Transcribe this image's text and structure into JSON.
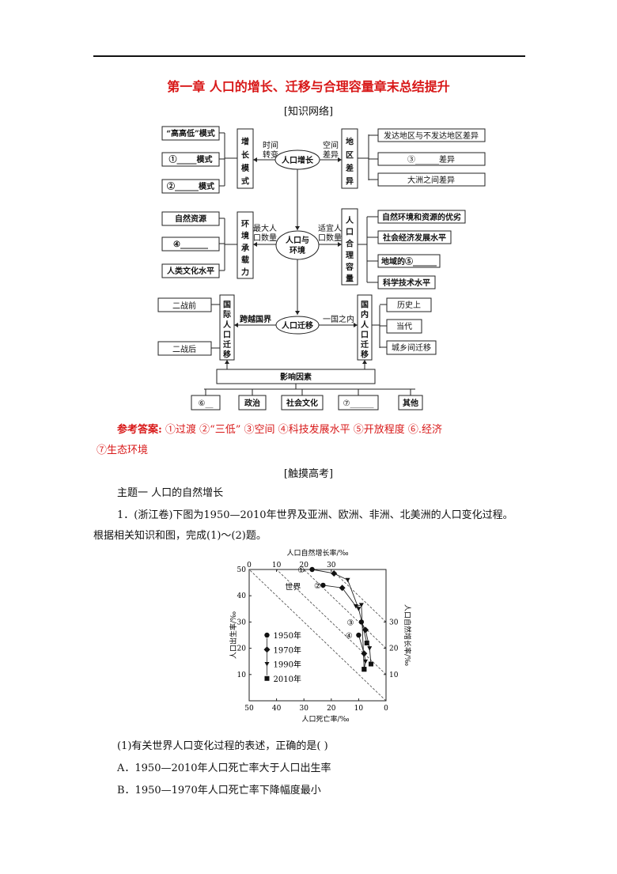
{
  "header": {
    "title": "第一章  人口的增长、迁移与合理容量章末总结提升"
  },
  "network": {
    "heading": "[知识网络]",
    "row1": {
      "left_items": [
        "“高高低”模式",
        "①_____模式",
        "②______模式"
      ],
      "left_mid": [
        "增",
        "长",
        "模",
        "式"
      ],
      "link_left": [
        "时间",
        "转变"
      ],
      "center": "人口增长",
      "link_right": [
        "空间",
        "差异"
      ],
      "right_mid": [
        "地",
        "区",
        "差",
        "异"
      ],
      "right_items": [
        "发达地区与不发达地区差异",
        "③______差异",
        "大洲之间差异"
      ]
    },
    "row2": {
      "left_items": [
        "自然资源",
        "④_______",
        "人类文化水平"
      ],
      "left_mid": [
        "环",
        "境",
        "承",
        "载",
        "力"
      ],
      "link_left": [
        "最大人",
        "口数量"
      ],
      "center": [
        "人口与",
        "环境"
      ],
      "link_right": [
        "适宜人",
        "口数量"
      ],
      "right_mid": [
        "人",
        "口",
        "合",
        "理",
        "容",
        "量"
      ],
      "right_items": [
        "自然环境和资源的优劣",
        "社会经济发展水平",
        "地域的⑤______",
        "科学技术水平"
      ]
    },
    "row3": {
      "left_items": [
        "二战前",
        "二战后"
      ],
      "left_mid": [
        "国",
        "际",
        "人",
        "口",
        "迁",
        "移"
      ],
      "link_left": "跨越国界",
      "center": "人口迁移",
      "link_right": "一国之内",
      "right_mid": [
        "国",
        "内",
        "人",
        "口",
        "迁",
        "移"
      ],
      "right_items": [
        "历史上",
        "当代",
        "城乡间迁移"
      ]
    },
    "factors": {
      "title": "影响因素",
      "items": [
        "⑥__",
        "政治",
        "社会文化",
        "⑦______",
        "其他"
      ]
    }
  },
  "answers": {
    "label": "参考答案:",
    "line1": "①过渡  ②“三低”  ③空间  ④科技发展水平  ⑤开放程度  ⑥.经济",
    "line2": "⑦生态环境"
  },
  "section2": {
    "heading": "[触摸高考]",
    "topic": "主题一   人口的自然增长",
    "q1_line1": "1．(浙江卷)下图为1950—2010年世界及亚洲、欧洲、非洲、北美洲的人口变化过程。",
    "q1_line2": "根据相关知识和图，完成(1)～(2)题。",
    "q1_sub": "(1)有关世界人口变化过程的表述，正确的是(      )",
    "optA": "A．1950—2010年人口死亡率大于人口出生率",
    "optB": "B．1950—1970年人口死亡率下降幅度最小"
  },
  "chart_data": {
    "type": "scatter",
    "title": "",
    "xlabel": "人口死亡率/‰",
    "ylabel": "人口出生率/‰",
    "top_label": "人口自然增长率/‰",
    "right_label": "人口自然增长率/‰",
    "xlim": [
      50,
      0
    ],
    "ylim": [
      0,
      50
    ],
    "x_ticks": [
      50,
      40,
      30,
      20,
      10,
      0
    ],
    "y_ticks": [
      10,
      20,
      30,
      40,
      50
    ],
    "top_ticks": [
      0,
      10,
      20,
      30
    ],
    "right_ticks": [
      10,
      20,
      30
    ],
    "legend": [
      "1950年",
      "1970年",
      "1990年",
      "2010年"
    ],
    "point_labels": [
      "①",
      "②",
      "世界",
      "③",
      "④"
    ],
    "series": [
      {
        "name": "①",
        "points": [
          [
            27,
            50
          ],
          [
            19,
            48.5
          ],
          [
            14,
            46
          ],
          [
            10,
            35
          ],
          [
            7,
            22
          ]
        ]
      },
      {
        "name": "②",
        "points": [
          [
            23,
            44
          ],
          [
            16,
            43
          ],
          [
            11,
            36
          ],
          [
            9,
            36.5
          ],
          [
            8,
            12
          ]
        ]
      },
      {
        "name": "③",
        "points": [
          [
            9,
            30
          ],
          [
            7.5,
            27
          ],
          [
            6,
            20
          ],
          [
            5.5,
            14
          ]
        ]
      },
      {
        "name": "④",
        "points": [
          [
            10,
            25
          ],
          [
            8,
            18
          ],
          [
            7.5,
            15
          ],
          [
            8,
            12
          ]
        ]
      }
    ]
  }
}
